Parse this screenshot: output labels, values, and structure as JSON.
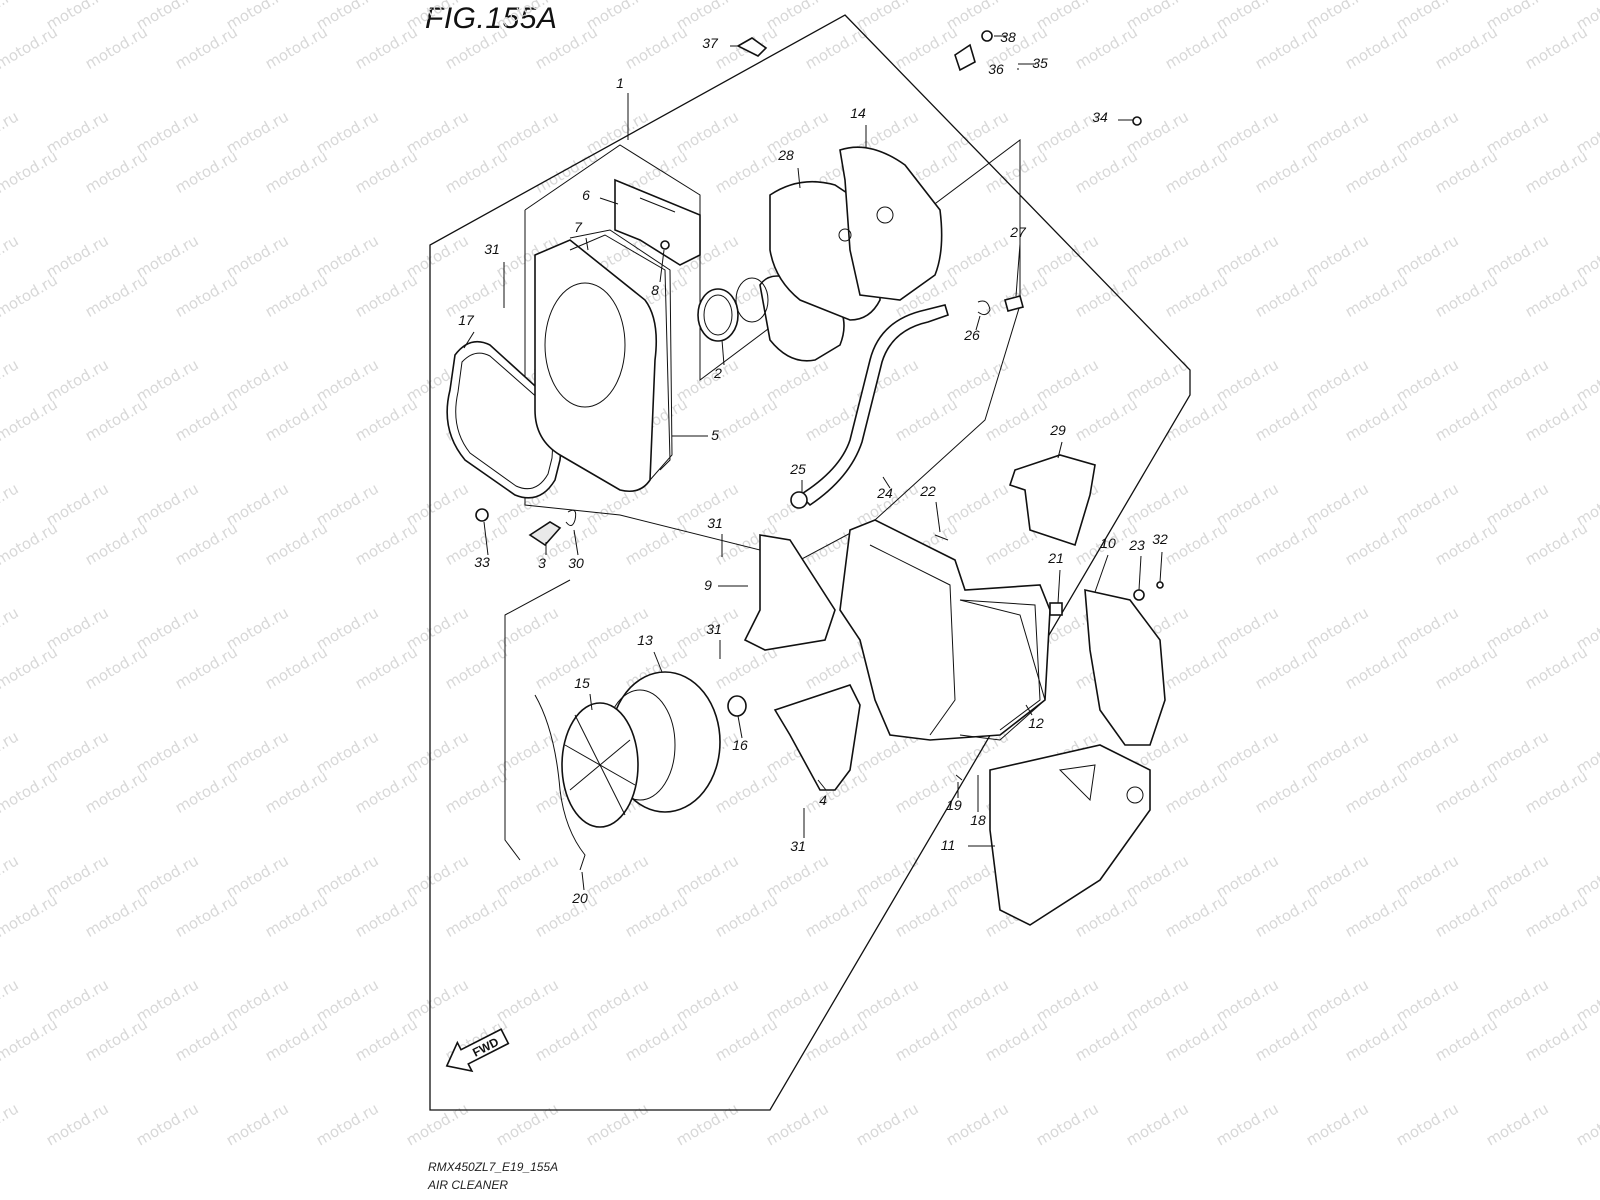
{
  "figure": {
    "title": "FIG.155A",
    "model_code": "RMX450ZL7_E19_155A",
    "section_name": "AIR CLEANER",
    "direction_label": "FWD",
    "watermark": "motod.ru"
  },
  "callouts": [
    {
      "id": "1",
      "label": "1"
    },
    {
      "id": "2",
      "label": "2"
    },
    {
      "id": "3",
      "label": "3"
    },
    {
      "id": "4",
      "label": "4"
    },
    {
      "id": "5",
      "label": "5"
    },
    {
      "id": "6",
      "label": "6"
    },
    {
      "id": "7",
      "label": "7"
    },
    {
      "id": "8",
      "label": "8"
    },
    {
      "id": "9",
      "label": "9"
    },
    {
      "id": "10",
      "label": "10"
    },
    {
      "id": "11",
      "label": "11"
    },
    {
      "id": "12",
      "label": "12"
    },
    {
      "id": "13",
      "label": "13"
    },
    {
      "id": "14",
      "label": "14"
    },
    {
      "id": "15",
      "label": "15"
    },
    {
      "id": "16",
      "label": "16"
    },
    {
      "id": "17",
      "label": "17"
    },
    {
      "id": "18",
      "label": "18"
    },
    {
      "id": "19",
      "label": "19"
    },
    {
      "id": "20",
      "label": "20"
    },
    {
      "id": "21",
      "label": "21"
    },
    {
      "id": "22",
      "label": "22"
    },
    {
      "id": "23",
      "label": "23"
    },
    {
      "id": "24",
      "label": "24"
    },
    {
      "id": "25",
      "label": "25"
    },
    {
      "id": "26",
      "label": "26"
    },
    {
      "id": "27",
      "label": "27"
    },
    {
      "id": "28",
      "label": "28"
    },
    {
      "id": "29",
      "label": "29"
    },
    {
      "id": "30",
      "label": "30"
    },
    {
      "id": "31a",
      "label": "31"
    },
    {
      "id": "31b",
      "label": "31"
    },
    {
      "id": "31c",
      "label": "31"
    },
    {
      "id": "31d",
      "label": "31"
    },
    {
      "id": "32",
      "label": "32"
    },
    {
      "id": "33",
      "label": "33"
    },
    {
      "id": "34",
      "label": "34"
    },
    {
      "id": "35",
      "label": "35"
    },
    {
      "id": "36",
      "label": "36"
    },
    {
      "id": "37",
      "label": "37"
    },
    {
      "id": "38",
      "label": "38"
    }
  ]
}
